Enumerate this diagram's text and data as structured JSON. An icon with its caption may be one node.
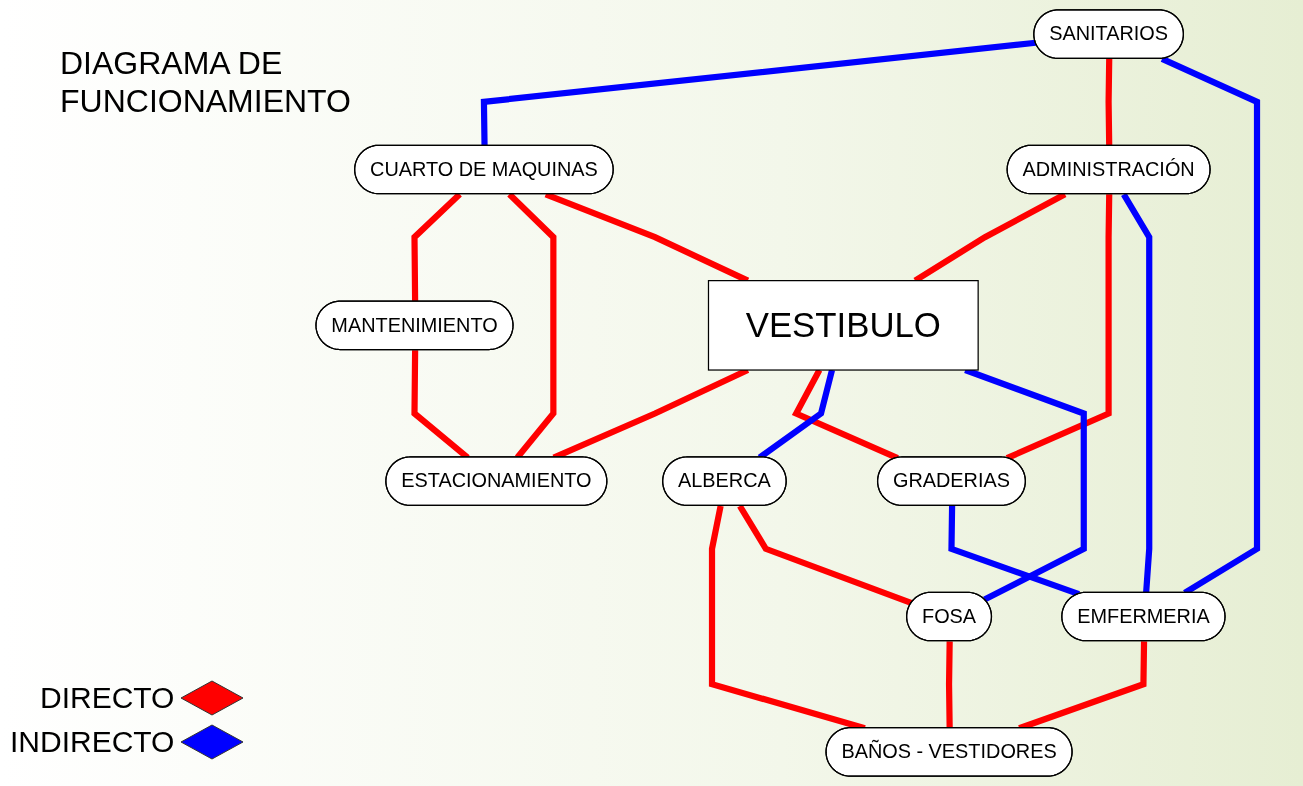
{
  "diagram": {
    "title": "DIAGRAMA DE FUNCIONAMIENTO",
    "nodes": [
      {
        "text": [
          "SANITARIOS"
        ]
      },
      {
        "text": [
          "CUARTO DE MAQUINAS"
        ]
      },
      {
        "text": [
          "ADMINISTRACIÓN"
        ]
      },
      {
        "text": [
          "MANTENIMIENTO"
        ]
      },
      {
        "text": [
          "VESTIBULO"
        ]
      },
      {
        "text": [
          "EMFERMERIA"
        ]
      },
      {
        "text": [
          "GRADERIAS"
        ]
      },
      {
        "text": [
          "ALBERCA"
        ]
      },
      {
        "text": [
          "ESTACIONAMIENTO"
        ]
      },
      {
        "text": [
          "BAÑOS - VESTIDORES"
        ]
      },
      {
        "text": [
          "FOSA"
        ]
      }
    ],
    "edges": [
      {
        "from": 0,
        "to": 1,
        "arrow": "none",
        "color": "#0000ff"
      },
      {
        "from": 0,
        "to": 2,
        "arrow": "none"
      },
      {
        "from": 0,
        "to": 5,
        "arrow": "none",
        "color": "#0000ff"
      },
      {
        "from": 1,
        "to": 3,
        "arrow": "none"
      },
      {
        "from": 1,
        "to": 8,
        "arrow": "none"
      },
      {
        "from": 1,
        "to": 4,
        "arrow": "none"
      },
      {
        "from": 2,
        "to": 4,
        "arrow": "none"
      },
      {
        "from": 2,
        "to": 6,
        "arrow": "none"
      },
      {
        "from": 2,
        "to": 5,
        "arrow": "none",
        "color": "#0000ff"
      },
      {
        "from": 3,
        "to": 8,
        "arrow": "none"
      },
      {
        "from": 4,
        "to": 8,
        "arrow": "none"
      },
      {
        "from": 4,
        "to": 6,
        "arrow": "none"
      },
      {
        "from": 4,
        "to": 7,
        "arrow": "none",
        "color": "#0000ff"
      },
      {
        "from": 4,
        "to": 10,
        "arrow": "none",
        "color": "#0000ff"
      },
      {
        "from": 6,
        "to": 5,
        "arrow": "none",
        "color": "#0000ff"
      },
      {
        "from": 5,
        "to": 9,
        "arrow": "none"
      },
      {
        "from": 7,
        "to": 9,
        "arrow": "none"
      },
      {
        "from": 7,
        "to": 10,
        "arrow": "none"
      },
      {
        "from": 10,
        "to": 9,
        "arrow": "none"
      }
    ],
    "legend": [
      {
        "text": "DIRECTO",
        "color": "#ff0000"
      },
      {
        "text": "INDIRECTO",
        "color": "#0000ff"
      }
    ]
  }
}
